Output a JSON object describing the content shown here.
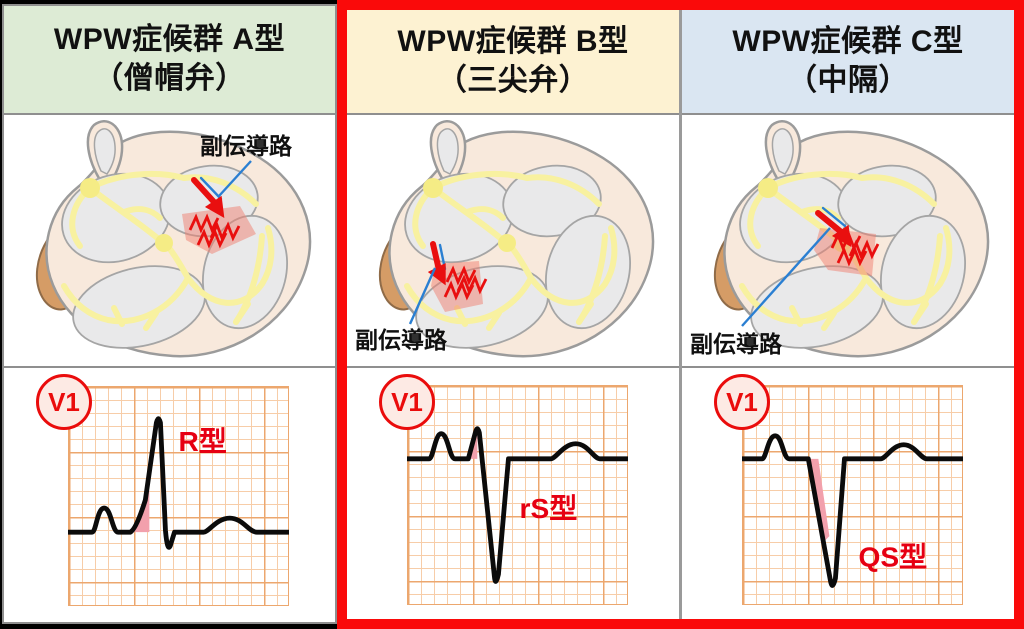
{
  "figure": {
    "description_labels": {
      "lead": "V1",
      "accessory_pathway": "副伝導路"
    },
    "columns": [
      {
        "type": "A",
        "header_title": "WPW症候群 A型",
        "header_subtitle": "（僧帽弁）",
        "pathway_label": "副伝導路",
        "ecg_lead": "V1",
        "ecg_pattern": "R型",
        "pathway_location": "mitral-valve",
        "highlighted": false,
        "header_color": "#ddebd5"
      },
      {
        "type": "B",
        "header_title": "WPW症候群 B型",
        "header_subtitle": "（三尖弁）",
        "pathway_label": "副伝導路",
        "ecg_lead": "V1",
        "ecg_pattern": "rS型",
        "pathway_location": "tricuspid-valve",
        "highlighted": true,
        "header_color": "#fdf2d2"
      },
      {
        "type": "C",
        "header_title": "WPW症候群 C型",
        "header_subtitle": "（中隔）",
        "pathway_label": "副伝導路",
        "ecg_lead": "V1",
        "ecg_pattern": "QS型",
        "pathway_location": "septum",
        "highlighted": true,
        "header_color": "#dae6f2"
      }
    ],
    "colors": {
      "highlight_border": "#fa0a0a",
      "ecg_pattern_text": "#e60012",
      "lead_badge": "#ea0c0c",
      "ecg_grid_minor": "#f7cda8",
      "ecg_grid_major": "#eca76e",
      "delta_wave_shade": "#f2a0ac",
      "pathway_marker_red": "#e90f0f",
      "pointer_line_blue": "#2a7fd2",
      "conduction_yellow": "#f8f1a0",
      "heart_wall": "#f8e9dc",
      "chamber_gray": "#e9e9ea",
      "vessel_brown": "#d59c66",
      "panel_border_gray": "#8f8f8f"
    }
  },
  "columns": [
    {
      "header_title": "WPW症候群 A型",
      "header_subtitle": "（僧帽弁）",
      "pathway_label": "副伝導路",
      "ecg_lead": "V1",
      "ecg_pattern": "R型"
    },
    {
      "header_title": "WPW症候群 B型",
      "header_subtitle": "（三尖弁）",
      "pathway_label": "副伝導路",
      "ecg_lead": "V1",
      "ecg_pattern": "rS型"
    },
    {
      "header_title": "WPW症候群 C型",
      "header_subtitle": "（中隔）",
      "pathway_label": "副伝導路",
      "ecg_lead": "V1",
      "ecg_pattern": "QS型"
    }
  ]
}
